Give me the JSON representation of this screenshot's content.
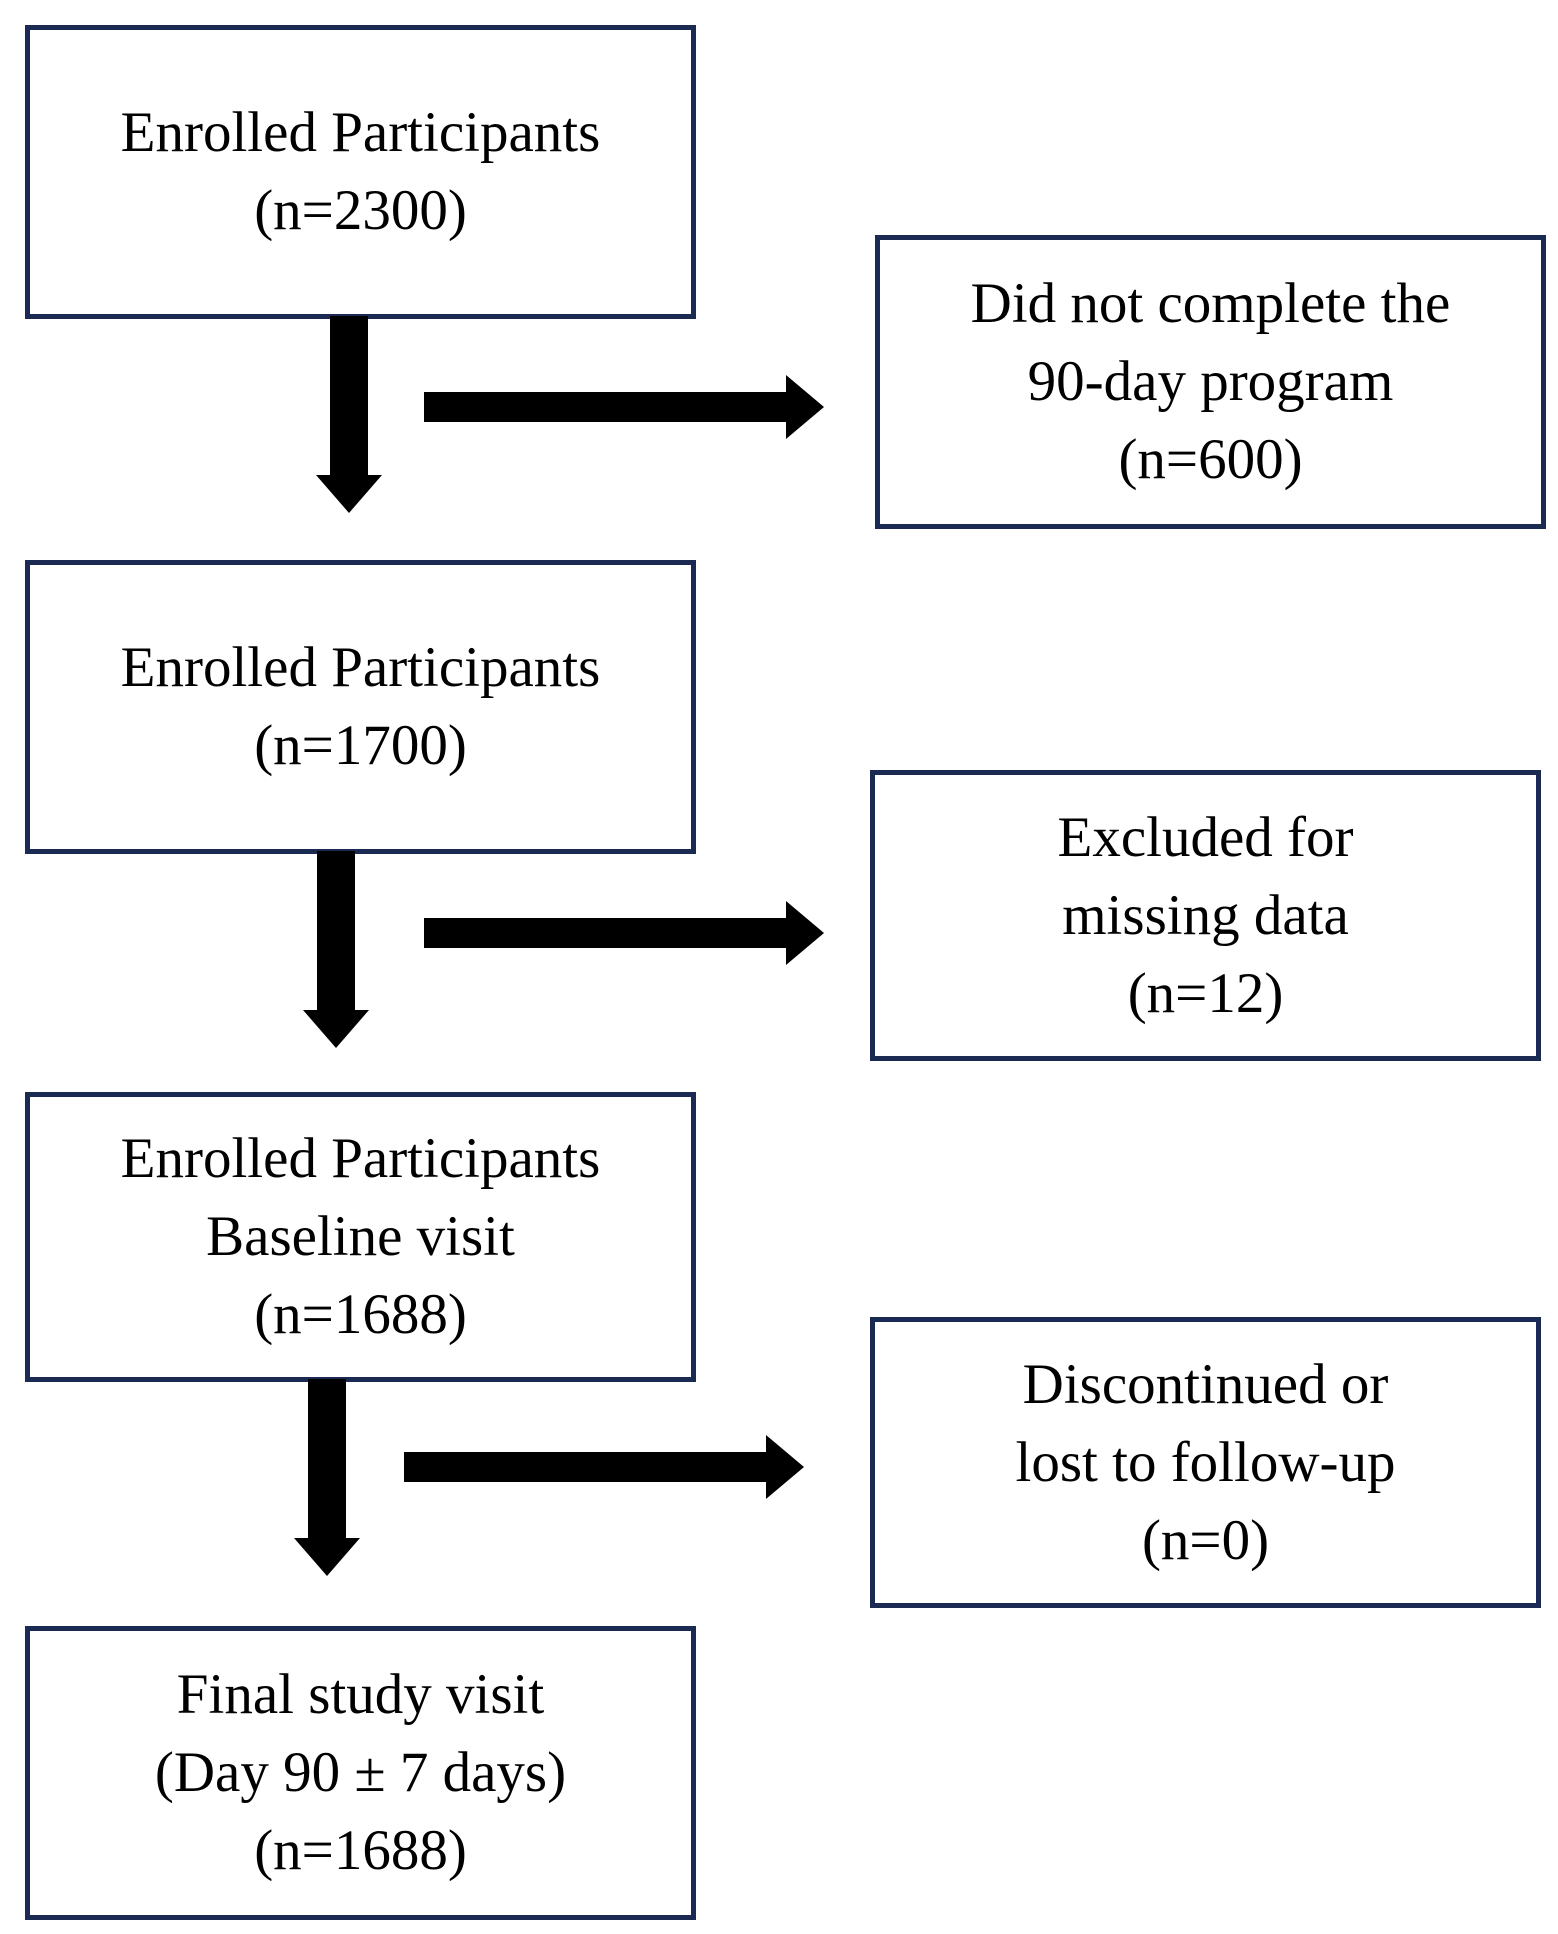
{
  "flowchart": {
    "main": [
      {
        "lines": [
          "Enrolled Participants",
          "(n=2300)"
        ]
      },
      {
        "lines": [
          "Enrolled Participants",
          "(n=1700)"
        ]
      },
      {
        "lines": [
          "Enrolled Participants",
          "Baseline visit",
          "(n=1688)"
        ]
      },
      {
        "lines": [
          "Final study visit",
          "(Day 90 ± 7 days)",
          "(n=1688)"
        ]
      }
    ],
    "side": [
      {
        "lines": [
          "Did not complete the",
          "90-day program",
          "(n=600)"
        ]
      },
      {
        "lines": [
          "Excluded for",
          "missing data",
          "(n=12)"
        ]
      },
      {
        "lines": [
          "Discontinued or",
          "lost to follow-up",
          "(n=0)"
        ]
      }
    ]
  },
  "colors": {
    "box_border": "#1b2a52",
    "arrow": "#000000",
    "text": "#000000",
    "background": "#ffffff"
  }
}
